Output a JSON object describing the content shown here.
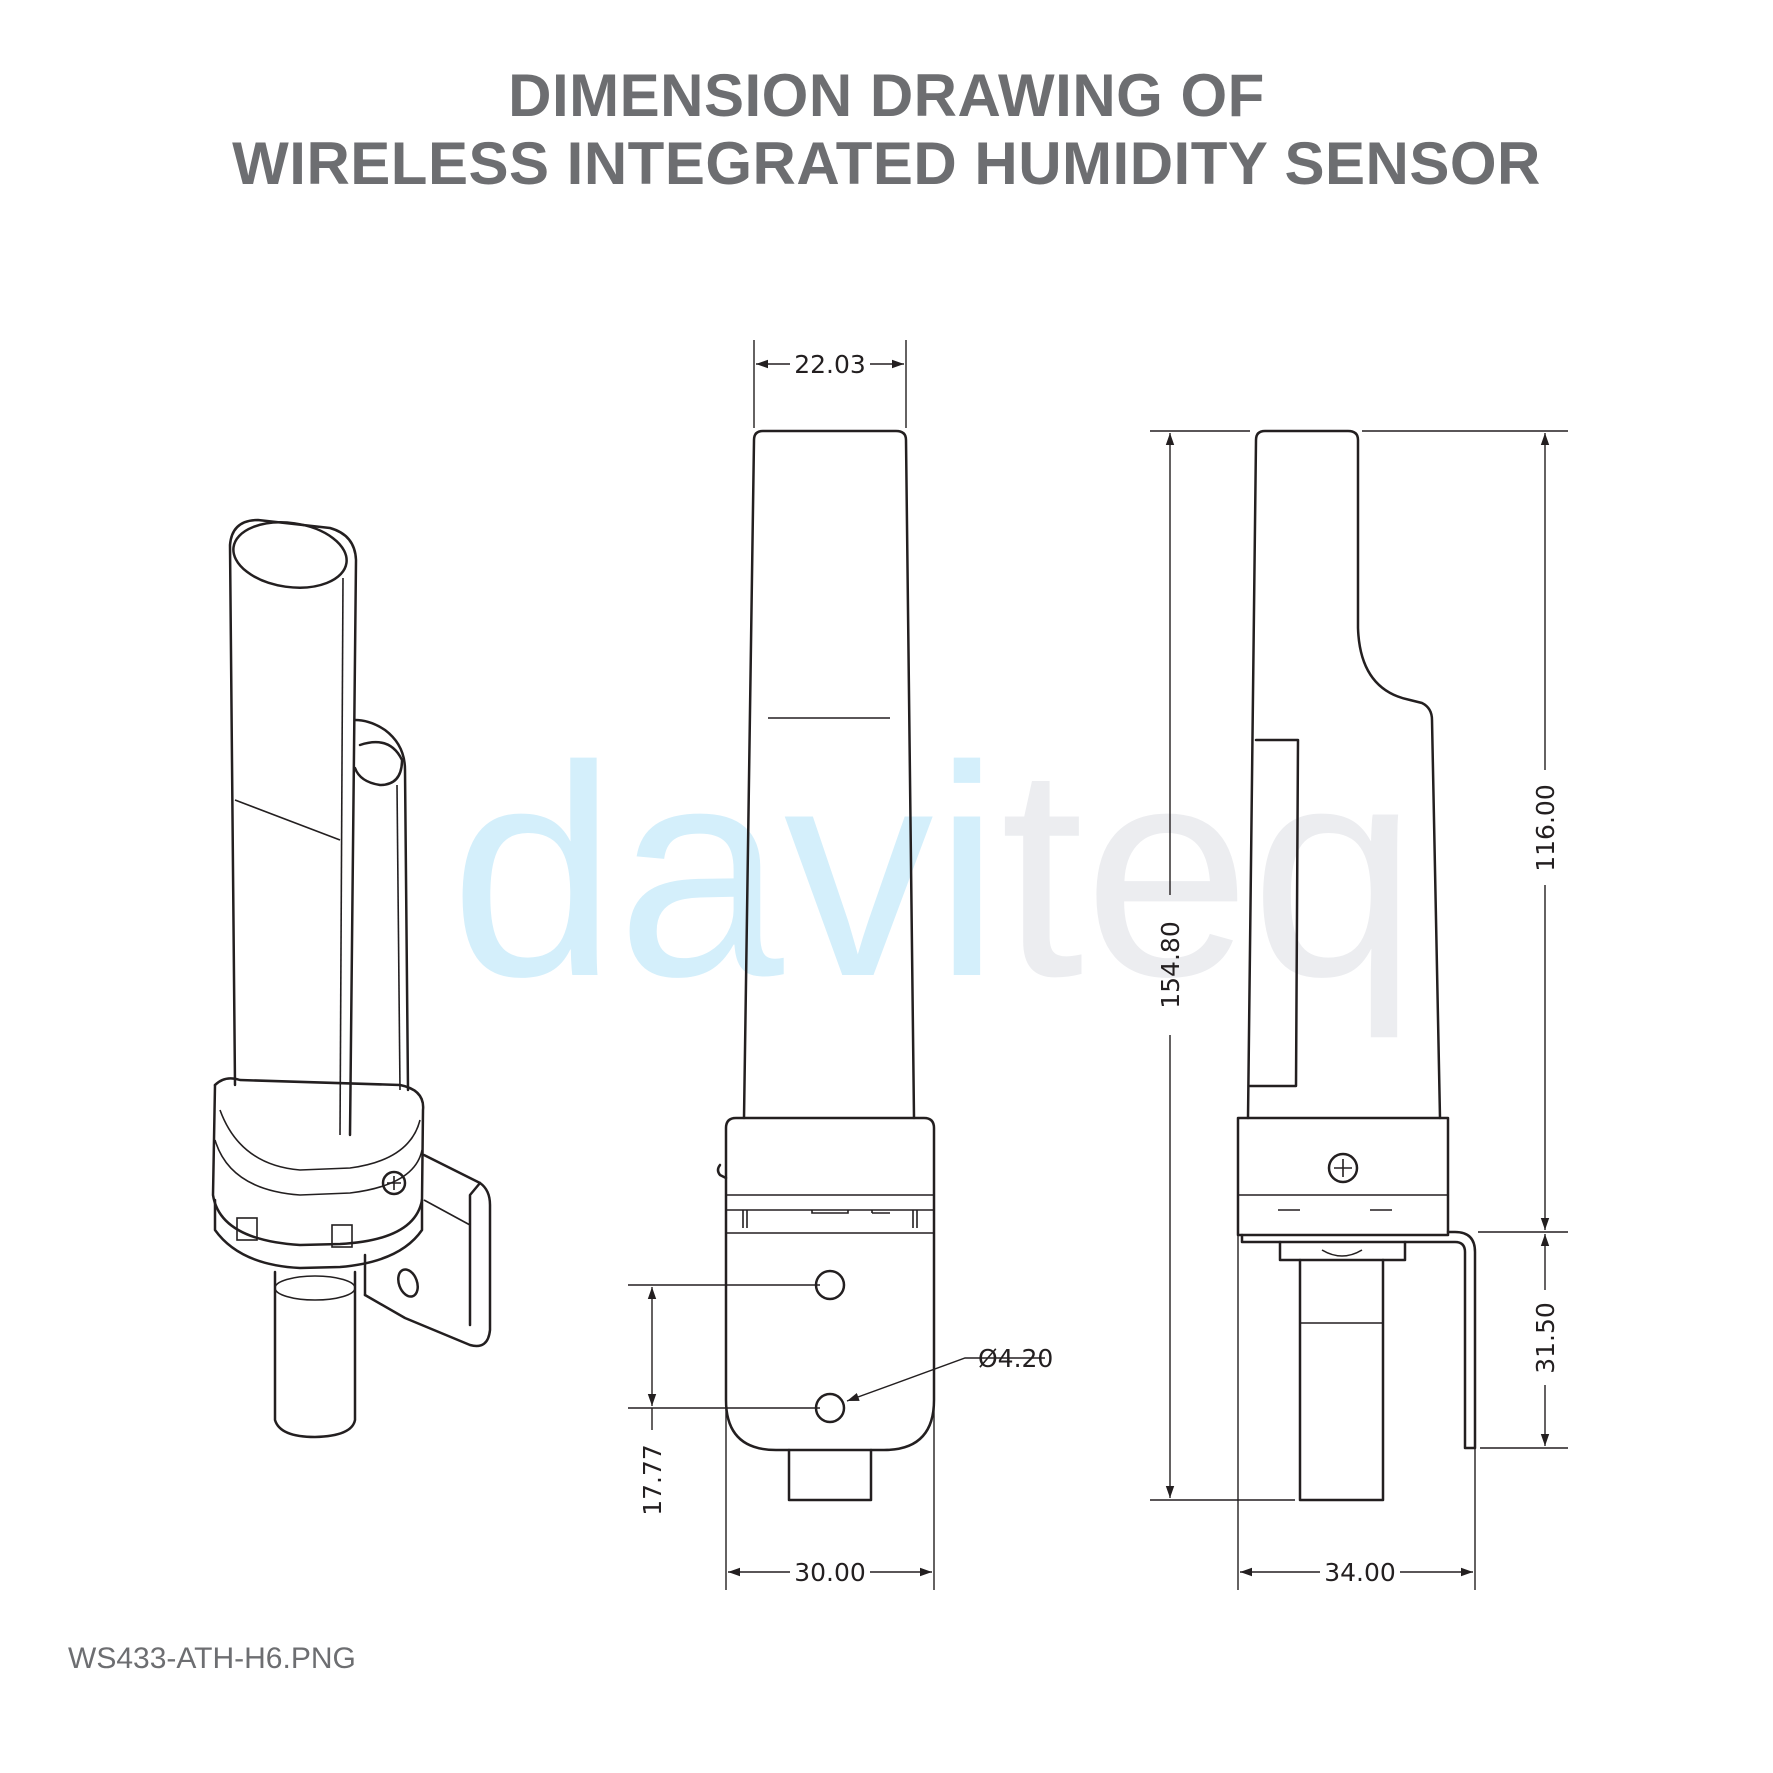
{
  "title": {
    "line1": "DIMENSION DRAWING OF",
    "line2": "WIRELESS INTEGRATED HUMIDITY SENSOR"
  },
  "watermark": {
    "part1": "davi",
    "part2": "teq",
    "color1": "#d4effb",
    "color2": "#ecedf0"
  },
  "dimensions": {
    "top_width": "22.03",
    "height_total": "154.80",
    "height_upper": "116.00",
    "height_lower": "31.50",
    "hole_spacing": "17.77",
    "hole_diameter": "Ø4.20",
    "front_width": "30.00",
    "side_width": "34.00"
  },
  "filename": "WS433-ATH-H6.PNG",
  "colors": {
    "title_text": "#6d6e71",
    "line": "#231f20"
  }
}
